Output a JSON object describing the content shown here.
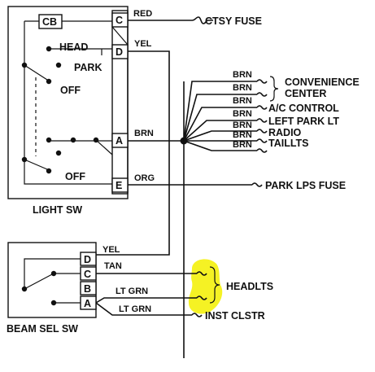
{
  "labels": {
    "cb": "CB",
    "head": "HEAD",
    "park": "PARK",
    "off_upper": "OFF",
    "off_lower": "OFF",
    "light_sw": "LIGHT SW",
    "beam_sel_sw": "BEAM SEL SW"
  },
  "light_sw_terminals": [
    "C",
    "D",
    "A",
    "E"
  ],
  "beam_sw_terminals": [
    "D",
    "C",
    "B",
    "A"
  ],
  "wire_colors": {
    "red": "RED",
    "yel_top": "YEL",
    "brn_main": "BRN",
    "org": "ORG",
    "yel_beam": "YEL",
    "tan": "TAN",
    "lt_grn_1": "LT GRN",
    "lt_grn_2": "LT GRN"
  },
  "brn_branches": [
    "BRN",
    "BRN",
    "BRN",
    "BRN",
    "BRN",
    "BRN",
    "BRN"
  ],
  "destinations": {
    "ctsy_fuse": "CTSY FUSE",
    "convenience": "CONVENIENCE",
    "center": "CENTER",
    "ac_control": "A/C CONTROL",
    "left_park_lt": "LEFT PARK LT",
    "radio": "RADIO",
    "taillts": "TAILLTS",
    "park_lps_fuse": "PARK LPS FUSE",
    "headlts": "HEADLTS",
    "inst_clstr": "INST CLSTR"
  },
  "highlight_color": "#f5f224"
}
